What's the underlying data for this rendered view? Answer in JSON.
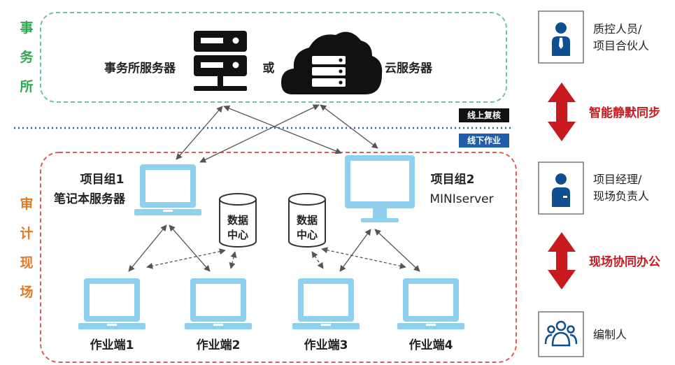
{
  "firm_zone": {
    "label_chars": [
      "事",
      "务",
      "所"
    ]
  },
  "servers": {
    "firm_server": "事务所服务器",
    "or": "或",
    "cloud_server": "云服务器"
  },
  "divider": {
    "online_review": "线上复核",
    "offline_work": "线下作业"
  },
  "audit_zone": {
    "label_chars": [
      "审",
      "计",
      "现",
      "场"
    ]
  },
  "project_groups": [
    {
      "name": "项目组1",
      "device": "笔记本服务器"
    },
    {
      "name": "项目组2",
      "device": "MINIserver"
    }
  ],
  "data_centers": [
    {
      "line1": "数据",
      "line2": "中心"
    },
    {
      "line1": "数据",
      "line2": "中心"
    }
  ],
  "terminals": [
    "作业端1",
    "作业端2",
    "作业端3",
    "作业端4"
  ],
  "roles": [
    {
      "line1": "质控人员/",
      "line2": "项目合伙人",
      "icon": "person-tie-icon"
    },
    {
      "line1": "项目经理/",
      "line2": "现场负责人",
      "icon": "person-badge-icon"
    },
    {
      "line1": "编制人",
      "icon": "team-group-icon"
    }
  ],
  "sync_labels": [
    "智能静默同步",
    "现场协同办公"
  ],
  "colors": {
    "firm_zone_border": "#6fc1a4",
    "firm_zone_text": "#2fa84f",
    "audit_zone_border": "#d9605a",
    "audit_zone_text": "#e07b28",
    "device": "#8fd0ef",
    "dark": "#111111",
    "accent_red": "#c8191f",
    "divider_dots": "#1f66b1",
    "tag_blue": "#1f5ea8",
    "role_blue": "#0f4f8f"
  }
}
